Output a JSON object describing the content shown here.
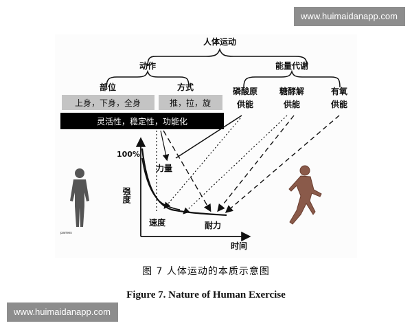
{
  "watermark": {
    "top": "www.huimaidanapp.com",
    "bottom": "www.huimaidanapp.com"
  },
  "diagram": {
    "root": "人体运动",
    "action": "动作",
    "energy": "能量代谢",
    "part": "部位",
    "method": "方式",
    "part_value": "上身，下身，全身",
    "method_value": "推，拉，旋",
    "qualities": "灵活性，稳定性，功能化",
    "energy_systems": [
      {
        "line1": "磷酸原",
        "line2": "供能"
      },
      {
        "line1": "糖酵解",
        "line2": "供能"
      },
      {
        "line1": "有氧",
        "line2": "供能"
      }
    ],
    "y_top_label": "100%",
    "y_axis_label": "强度",
    "x_axis_label": "时间",
    "curve_labels": {
      "strength": "力量",
      "speed": "速度",
      "endurance": "耐力"
    },
    "figure_left_label": "pames"
  },
  "caption": {
    "zh": "图 7    人体运动的本质示意图",
    "en": "Figure 7.     Nature of Human Exercise"
  },
  "colors": {
    "gray_box": "#c4c4c4",
    "black_bar": "#000000",
    "watermark": "#8d8d8d"
  }
}
